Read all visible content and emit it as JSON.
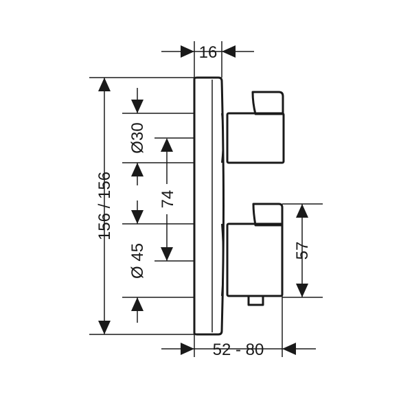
{
  "drawing": {
    "line_color": "#1a1a1a",
    "background": "#ffffff",
    "dimensions": {
      "top_width": "16",
      "overall_height": "156 / 156",
      "upper_diameter": "Ø30",
      "center_distance": "74",
      "lower_diameter": "Ø 45",
      "lower_height": "57",
      "depth_range": "52 - 80"
    }
  }
}
